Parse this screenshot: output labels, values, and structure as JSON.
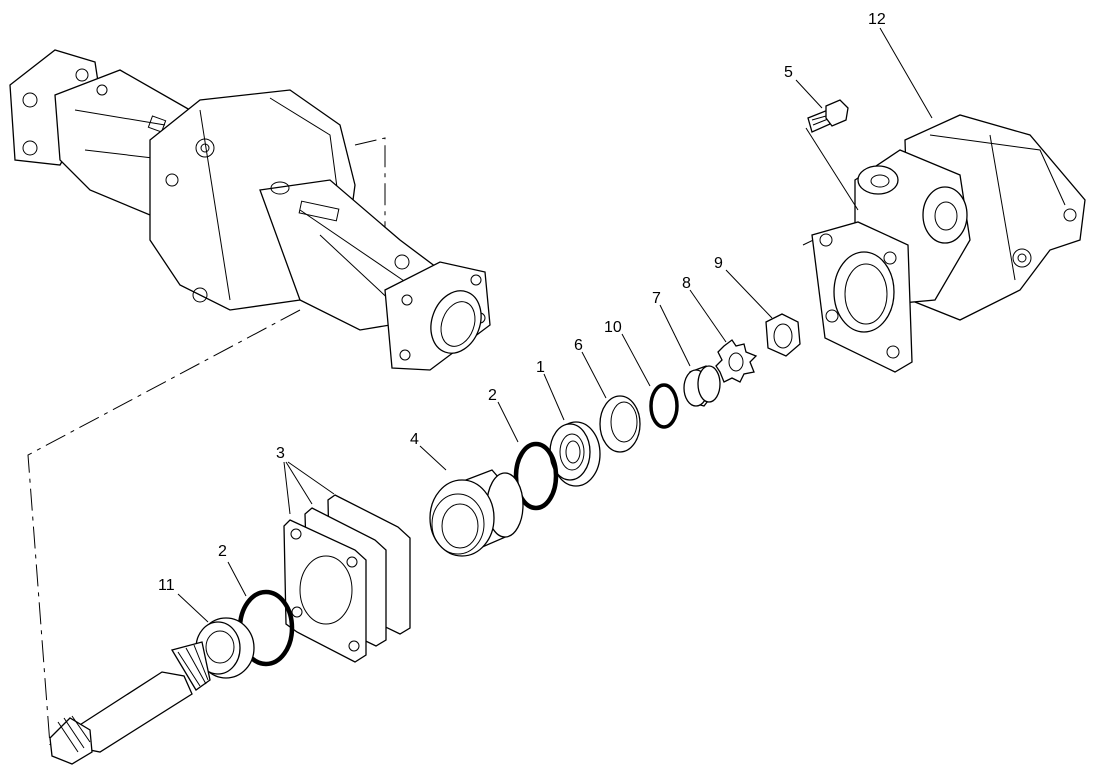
{
  "callouts": {
    "c1": "1",
    "c2a": "2",
    "c2b": "2",
    "c3": "3",
    "c4": "4",
    "c5": "5",
    "c6": "6",
    "c7": "7",
    "c8": "8",
    "c9": "9",
    "c10": "10",
    "c11": "11",
    "c12": "12"
  },
  "colors": {
    "ink": "#000000",
    "paper": "#ffffff"
  }
}
